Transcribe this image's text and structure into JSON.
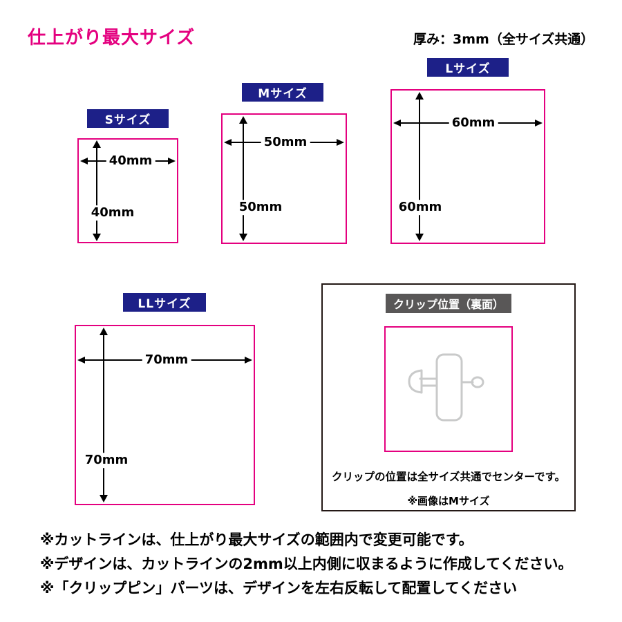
{
  "header": {
    "title": "仕上がり最大サイズ",
    "thickness_note": "厚み：3mm（全サイズ共通）"
  },
  "sizes": [
    {
      "label": "Sサイズ",
      "width": "40mm",
      "height": "40mm"
    },
    {
      "label": "Mサイズ",
      "width": "50mm",
      "height": "50mm"
    },
    {
      "label": "Lサイズ",
      "width": "60mm",
      "height": "60mm"
    },
    {
      "label": "LLサイズ",
      "width": "70mm",
      "height": "70mm"
    }
  ],
  "clip_panel": {
    "label": "クリップ位置（裏面）",
    "position_note": "クリップの位置は全サイズ共通でセンターです。",
    "image_note": "※画像はMサイズ"
  },
  "footnotes": [
    "※カットラインは、仕上がり最大サイズの範囲内で変更可能です。",
    "※デザインは、カットラインの2mm以上内側に収まるように作成してください。",
    "※「クリップピン」パーツは、デザインを左右反転して配置してください"
  ],
  "colors": {
    "accent_magenta": "#e4007f",
    "label_navy": "#1d2088",
    "clip_label_gray": "#595757",
    "clip_line_gray": "#c9caca"
  }
}
